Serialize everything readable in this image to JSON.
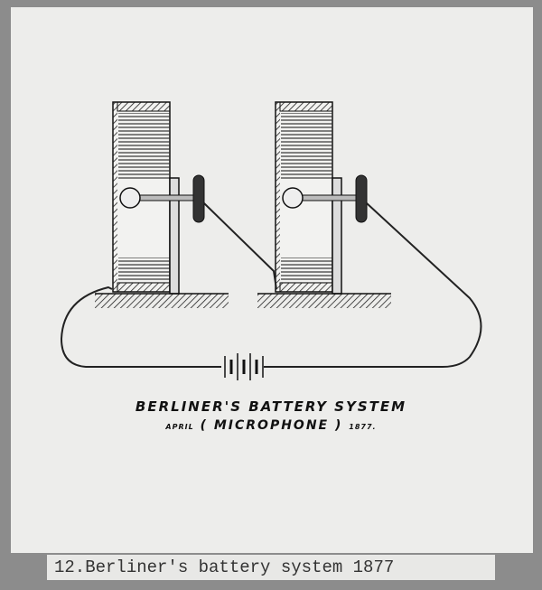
{
  "drawing": {
    "title": "BERLINER'S BATTERY SYSTEM",
    "subtitle_left": "APRIL",
    "subtitle_main": "( MICROPHONE )",
    "subtitle_right": "1877."
  },
  "caption": "12.Berliner's battery system 1877"
}
